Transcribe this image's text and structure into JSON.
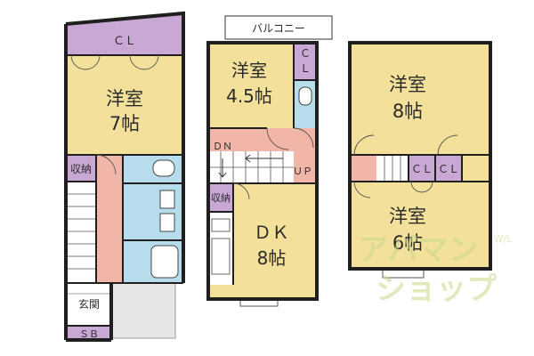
{
  "colors": {
    "room": "#f3e09a",
    "closet": "#c9a8d6",
    "hall": "#f2b6a8",
    "wet": "#b7dcec",
    "wall": "#1f1f1f",
    "watermark": "#c8d98a"
  },
  "floor1": {
    "closet_top": "ＣＬ",
    "room_name": "洋室",
    "room_size": "7帖",
    "storage": "収納",
    "entrance": "玄関",
    "shoe_box": "ＳＢ"
  },
  "floor2": {
    "balcony": "バルコニー",
    "room_name": "洋室",
    "room_size": "4.5帖",
    "closet_c": "Ｃ",
    "closet_l": "Ｌ",
    "down": "ＤＮ",
    "up": "ＵＰ",
    "storage": "収納",
    "dk_name": "ＤＫ",
    "dk_size": "8帖"
  },
  "floor3": {
    "room1_name": "洋室",
    "room1_size": "8帖",
    "closet1": "ＣＬ",
    "closet2": "ＣＬ",
    "room2_name": "洋室",
    "room2_size": "6帖"
  },
  "watermark": {
    "line1": "アパマン",
    "line2": "ショップ",
    "small": "W/L"
  }
}
